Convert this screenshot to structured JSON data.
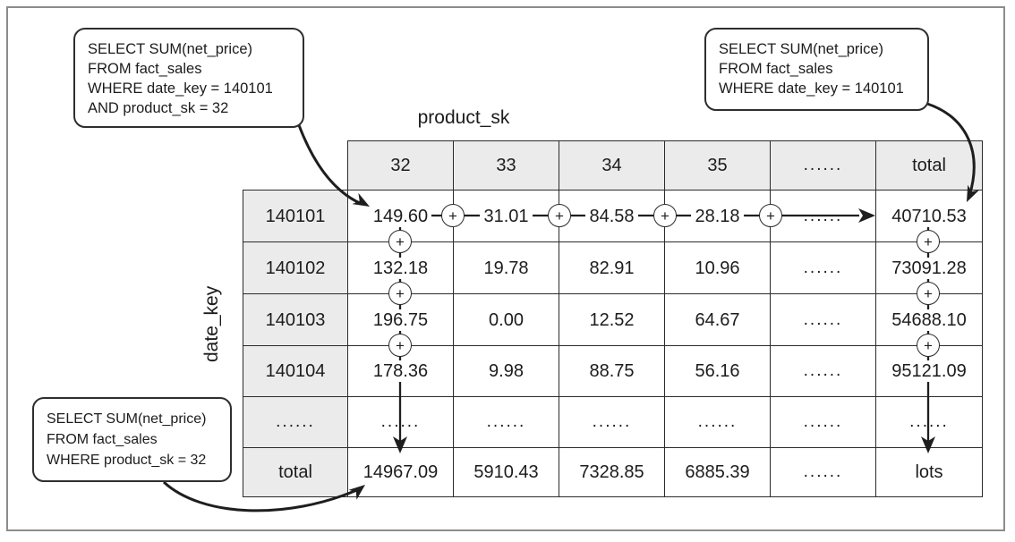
{
  "colors": {
    "header_bg": "#ebebeb",
    "grid_border": "#2b2b2b",
    "text": "#1c1c1c",
    "frame_border": "#8c8c8c",
    "arrow": "#1e1e1e"
  },
  "figure": {
    "operator": "+",
    "col_axis_label": "product_sk",
    "row_axis_label": "date_key",
    "col_headers": [
      "32",
      "33",
      "34",
      "35",
      "......",
      "total"
    ],
    "row_headers": [
      "140101",
      "140102",
      "140103",
      "140104",
      "......",
      "total"
    ],
    "rows": [
      [
        "149.60",
        "31.01",
        "84.58",
        "28.18",
        "......",
        "40710.53"
      ],
      [
        "132.18",
        "19.78",
        "82.91",
        "10.96",
        "......",
        "73091.28"
      ],
      [
        "196.75",
        "0.00",
        "12.52",
        "64.67",
        "......",
        "54688.10"
      ],
      [
        "178.36",
        "9.98",
        "88.75",
        "56.16",
        "......",
        "95121.09"
      ],
      [
        "......",
        "......",
        "......",
        "......",
        "......",
        "......"
      ],
      [
        "14967.09",
        "5910.43",
        "7328.85",
        "6885.39",
        "......",
        "lots"
      ]
    ],
    "callouts": {
      "top_left": {
        "lines": [
          "SELECT SUM(net_price)",
          "FROM fact_sales",
          "WHERE date_key = 140101",
          "AND product_sk = 32"
        ]
      },
      "top_right": {
        "lines": [
          "SELECT SUM(net_price)",
          "FROM fact_sales",
          "WHERE date_key = 140101"
        ]
      },
      "bottom_left": {
        "lines": [
          "SELECT SUM(net_price)",
          "FROM fact_sales",
          "WHERE product_sk = 32"
        ]
      }
    }
  }
}
